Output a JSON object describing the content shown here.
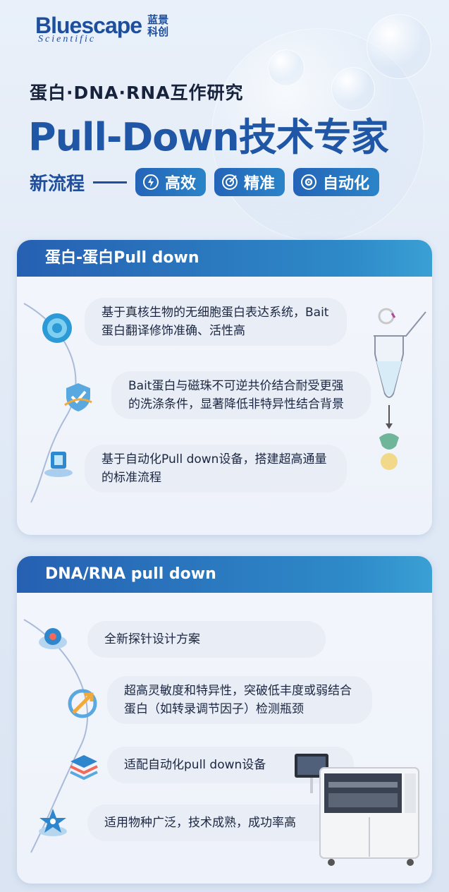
{
  "brand": {
    "name_en": "Bluescape",
    "name_sub": "Scientific",
    "name_cn": "蓝景科创"
  },
  "tagline": "蛋白·DNA·RNA互作研究",
  "title": "Pull-Down技术专家",
  "process": {
    "label": "新流程",
    "pills": [
      {
        "label": "高效",
        "icon": "lightning-icon"
      },
      {
        "label": "精准",
        "icon": "target-icon"
      },
      {
        "label": "自动化",
        "icon": "gear-icon"
      }
    ]
  },
  "cards": [
    {
      "title": "蛋白-蛋白Pull down",
      "items": [
        {
          "text": "基于真核生物的无细胞蛋白表达系统，Bait蛋白翻译修饰准确、活性高",
          "icon": "target-icon"
        },
        {
          "text": "Bait蛋白与磁珠不可逆共价结合耐受更强的洗涤条件，显著降低非特异性结合背景",
          "icon": "shield-check-icon"
        },
        {
          "text": "基于自动化Pull down设备，搭建超高通量的标准流程",
          "icon": "cube-icon"
        }
      ]
    },
    {
      "title": "DNA/RNA pull down",
      "items": [
        {
          "text": "全新探针设计方案",
          "icon": "probe-icon"
        },
        {
          "text": "超高灵敏度和特异性，突破低丰度或弱结合蛋白（如转录调节因子）检测瓶颈",
          "icon": "arrow-up-icon"
        },
        {
          "text": "适配自动化pull down设备",
          "icon": "layers-icon"
        },
        {
          "text": "适用物种广泛，技术成熟，成功率高",
          "icon": "star-icon"
        }
      ]
    }
  ]
}
